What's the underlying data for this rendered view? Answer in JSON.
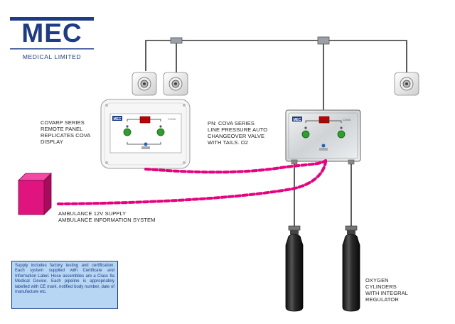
{
  "logo": {
    "brand": "MEC",
    "subtitle": "MEDICAL LIMITED",
    "colors": {
      "blue": "#1d3b86"
    }
  },
  "labels": {
    "remote_panel": "COVARP SERIES\nREMOTE PANEL\nREPLICATES COVA\nDISPLAY",
    "changeover_valve": "PN: COVA SERIES\nLINE PRESSURE AUTO\nCHANGEOVER VALVE\nWITH TAILS. O2",
    "ambulance_supply": "AMBULANCE 12V SUPPLY\nAMBULANCE INFORMATION SYSTEM",
    "oxygen_cylinders": "OXYGEN\nCYLINDERS\nWITH INTEGRAL\nREGULATOR"
  },
  "info_box": {
    "text": "Supply includes factory testing and certification. Each system supplied with Certificate and Information Label. Hose assemblies are a Class IIa Medical Device. Each pipeline is appropriately labelled with CE mark, notified body number, date of manufacture etc."
  },
  "device_marks": {
    "remote_panel_logo": "MEC",
    "valve_logo": "MEC",
    "remote_panel_model": "COVA",
    "valve_model": "COVA"
  },
  "colors": {
    "cable_magenta": "#e8007e",
    "power_box": "#e0147f",
    "pipe": "#333333",
    "cylinder": "#1e1e1e"
  }
}
